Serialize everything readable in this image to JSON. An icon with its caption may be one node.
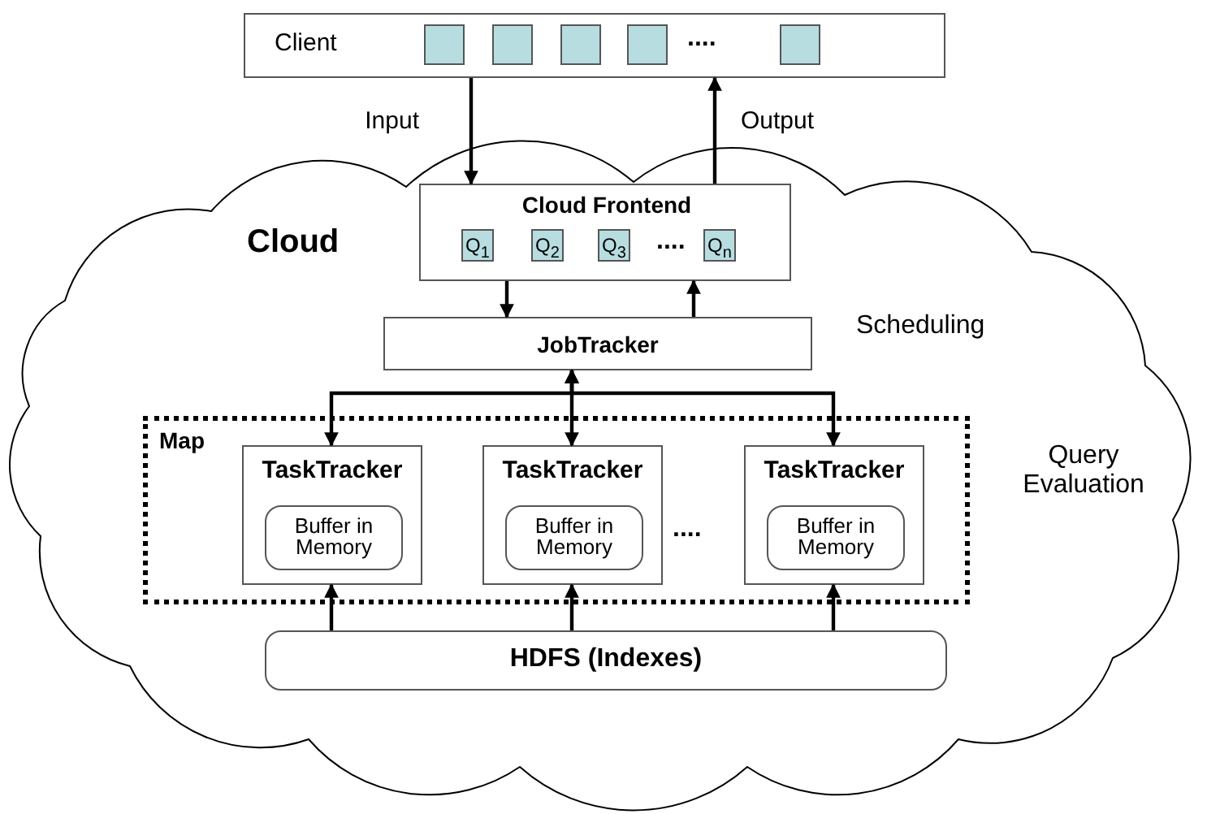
{
  "diagram": {
    "nodes": [
      {
        "text": [
          "Client",
          "...."
        ]
      },
      {
        "text": [],
        "shape": "box",
        "in": 0
      },
      {
        "text": [],
        "shape": "box",
        "in": 0
      },
      {
        "text": [],
        "shape": "box",
        "in": 0
      },
      {
        "text": [],
        "shape": "box",
        "in": 0
      },
      {
        "text": [],
        "shape": "box",
        "in": 0
      },
      {
        "text": [
          "Cloud"
        ]
      },
      {
        "text": [
          "Cloud Frontend",
          "...."
        ],
        "in": 6
      },
      {
        "text": [
          "Q$_{1}$"
        ],
        "in": 7
      },
      {
        "text": [
          "Q$_{2}$"
        ],
        "in": 7
      },
      {
        "text": [
          "Q$_{3}$"
        ],
        "in": 7
      },
      {
        "text": [
          "Q$_{n}$"
        ],
        "in": 7
      },
      {
        "text": [
          "JobTracker"
        ],
        "in": 6
      },
      {
        "text": [
          "Map"
        ],
        "in": 6
      },
      {
        "text": [
          "TaskTracker"
        ],
        "in": 13
      },
      {
        "text": [
          "Buffer in Memory"
        ],
        "in": 14
      },
      {
        "text": [
          "TaskTracker"
        ],
        "in": 13
      },
      {
        "text": [
          "Buffer in Memory"
        ],
        "in": 16
      },
      {
        "text": [
          "TaskTracker"
        ],
        "in": 13
      },
      {
        "text": [
          "Buffer in Memory"
        ],
        "in": 18
      },
      {
        "text": [
          "HDFS (Indexes)"
        ],
        "in": 6
      }
    ],
    "edges": [
      {
        "from": 0,
        "to": 7,
        "arrow": "to",
        "label": "Input"
      },
      {
        "from": 7,
        "to": 0,
        "arrow": "to",
        "label": "Output"
      },
      {
        "from": 7,
        "to": 12,
        "arrow": "to"
      },
      {
        "from": 12,
        "to": 7,
        "arrow": "to"
      },
      {
        "from": 12,
        "to": 14,
        "arrow": "both"
      },
      {
        "from": 12,
        "to": 16,
        "arrow": "both"
      },
      {
        "from": 12,
        "to": 18,
        "arrow": "both"
      },
      {
        "from": 20,
        "to": 14,
        "arrow": "to"
      },
      {
        "from": 20,
        "to": 16,
        "arrow": "to"
      },
      {
        "from": 20,
        "to": 18,
        "arrow": "to"
      }
    ],
    "labels": [
      "Scheduling",
      "Query Evaluation",
      "...."
    ]
  }
}
